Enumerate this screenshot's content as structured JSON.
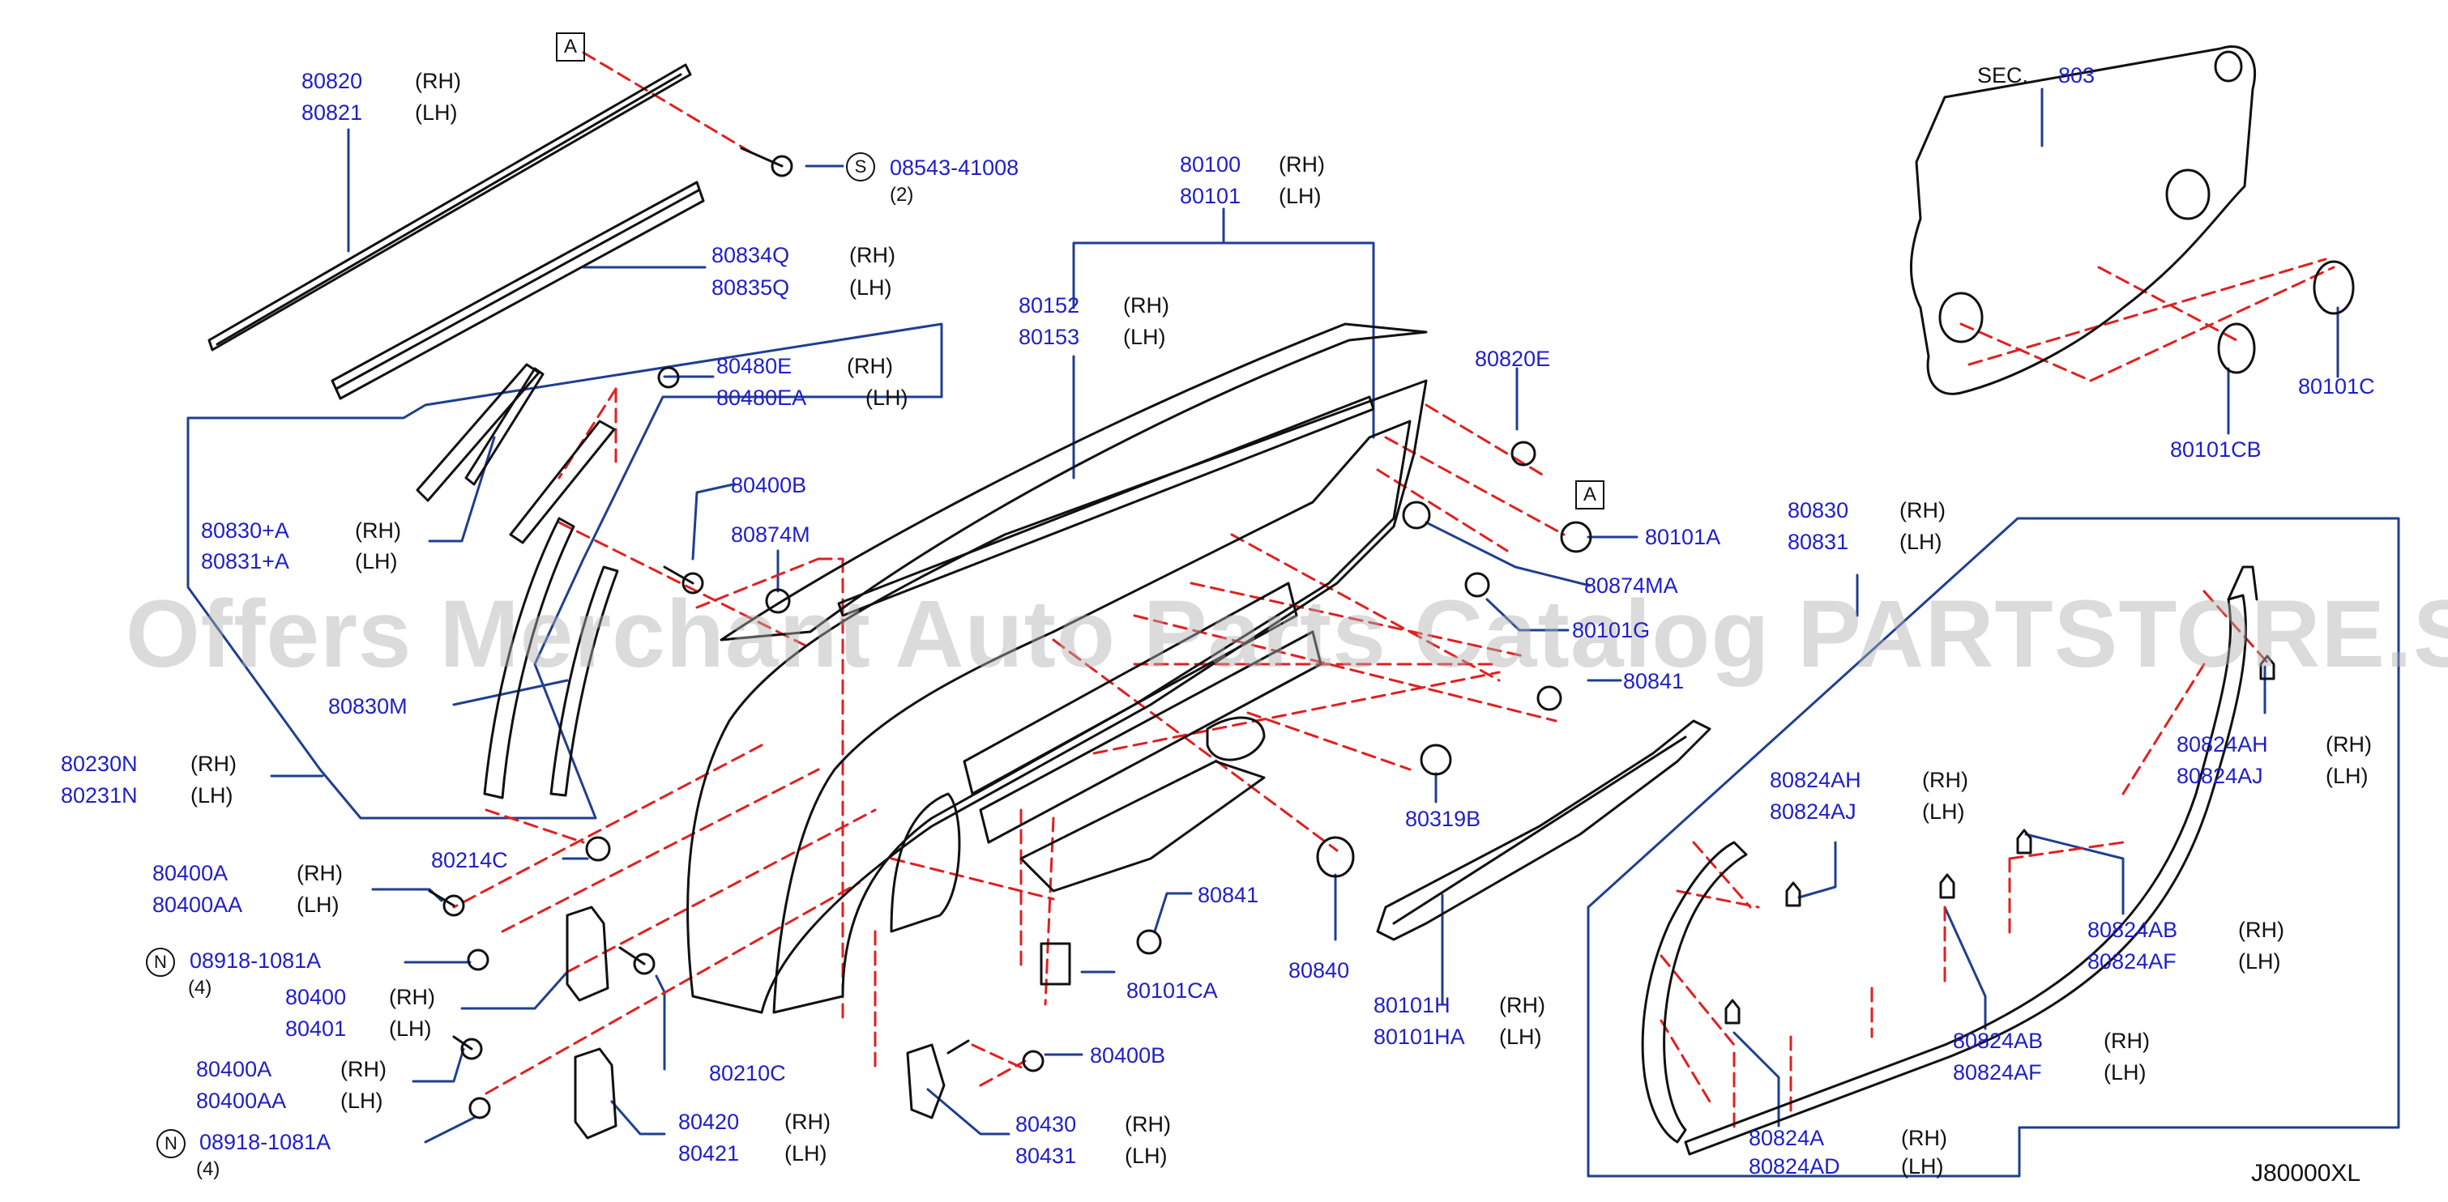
{
  "diagram_code": "J80000XL",
  "watermark": "Offers Merchant Auto Parts Catalog PARTSTORE.SA",
  "sec_prefix": "SEC.",
  "sec_number": "803",
  "boxed_ref": "A",
  "symbol_s": "S",
  "symbol_n": "N",
  "colors": {
    "part_number": "#1f1fc8",
    "leader_line": "#1f3f8f",
    "dash_line": "#e02020",
    "drawing": "#111111"
  },
  "parts": [
    {
      "id": "p80820",
      "a": "80820",
      "b": "80821",
      "a_side": "(RH)",
      "b_side": "(LH)"
    },
    {
      "id": "p08543",
      "a": "08543-41008",
      "qty": "(2)"
    },
    {
      "id": "p80834",
      "a": "80834Q",
      "b": "80835Q",
      "a_side": "(RH)",
      "b_side": "(LH)"
    },
    {
      "id": "p80480",
      "a": "80480E",
      "b": "80480EA",
      "a_side": "(RH)",
      "b_side": "(LH)"
    },
    {
      "id": "p80830a",
      "a": "80830+A",
      "b": "80831+A",
      "a_side": "(RH)",
      "b_side": "(LH)"
    },
    {
      "id": "p80830m",
      "a": "80830M"
    },
    {
      "id": "p80230",
      "a": "80230N",
      "b": "80231N",
      "a_side": "(RH)",
      "b_side": "(LH)"
    },
    {
      "id": "p80400b_top",
      "a": "80400B"
    },
    {
      "id": "p80874m",
      "a": "80874M"
    },
    {
      "id": "p80214c",
      "a": "80214C"
    },
    {
      "id": "p80400a_top",
      "a": "80400A",
      "b": "80400AA",
      "a_side": "(RH)",
      "b_side": "(LH)"
    },
    {
      "id": "p08918_top",
      "a": "08918-1081A",
      "qty": "(4)"
    },
    {
      "id": "p80400",
      "a": "80400",
      "b": "80401",
      "a_side": "(RH)",
      "b_side": "(LH)"
    },
    {
      "id": "p80400a_bot",
      "a": "80400A",
      "b": "80400AA",
      "a_side": "(RH)",
      "b_side": "(LH)"
    },
    {
      "id": "p08918_bot",
      "a": "08918-1081A",
      "qty": "(4)"
    },
    {
      "id": "p80210c",
      "a": "80210C"
    },
    {
      "id": "p80420",
      "a": "80420",
      "b": "80421",
      "a_side": "(RH)",
      "b_side": "(LH)"
    },
    {
      "id": "p80100",
      "a": "80100",
      "b": "80101",
      "a_side": "(RH)",
      "b_side": "(LH)"
    },
    {
      "id": "p80152",
      "a": "80152",
      "b": "80153",
      "a_side": "(RH)",
      "b_side": "(LH)"
    },
    {
      "id": "p80820e",
      "a": "80820E"
    },
    {
      "id": "p80101a",
      "a": "80101A"
    },
    {
      "id": "p80874ma",
      "a": "80874MA"
    },
    {
      "id": "p80101g",
      "a": "80101G"
    },
    {
      "id": "p80841_top",
      "a": "80841"
    },
    {
      "id": "p80319b",
      "a": "80319B"
    },
    {
      "id": "p80840",
      "a": "80840"
    },
    {
      "id": "p80841_bot",
      "a": "80841"
    },
    {
      "id": "p80101ca",
      "a": "80101CA"
    },
    {
      "id": "p80101h",
      "a": "80101H",
      "b": "80101HA",
      "a_side": "(RH)",
      "b_side": "(LH)"
    },
    {
      "id": "p80400b_bot",
      "a": "80400B"
    },
    {
      "id": "p80430",
      "a": "80430",
      "b": "80431",
      "a_side": "(RH)",
      "b_side": "(LH)"
    },
    {
      "id": "p80101c",
      "a": "80101C"
    },
    {
      "id": "p80101cb",
      "a": "80101CB"
    },
    {
      "id": "p80830",
      "a": "80830",
      "b": "80831",
      "a_side": "(RH)",
      "b_side": "(LH)"
    },
    {
      "id": "p80824ah_r",
      "a": "80824AH",
      "b": "80824AJ",
      "a_side": "(RH)",
      "b_side": "(LH)"
    },
    {
      "id": "p80824ah_l",
      "a": "80824AH",
      "b": "80824AJ",
      "a_side": "(RH)",
      "b_side": "(LH)"
    },
    {
      "id": "p80824ab_r",
      "a": "80824AB",
      "b": "80824AF",
      "a_side": "(RH)",
      "b_side": "(LH)"
    },
    {
      "id": "p80824ab_l",
      "a": "80824AB",
      "b": "80824AF",
      "a_side": "(RH)",
      "b_side": "(LH)"
    },
    {
      "id": "p80824a",
      "a": "80824A",
      "b": "80824AD",
      "a_side": "(RH)",
      "b_side": "(LH)"
    }
  ]
}
